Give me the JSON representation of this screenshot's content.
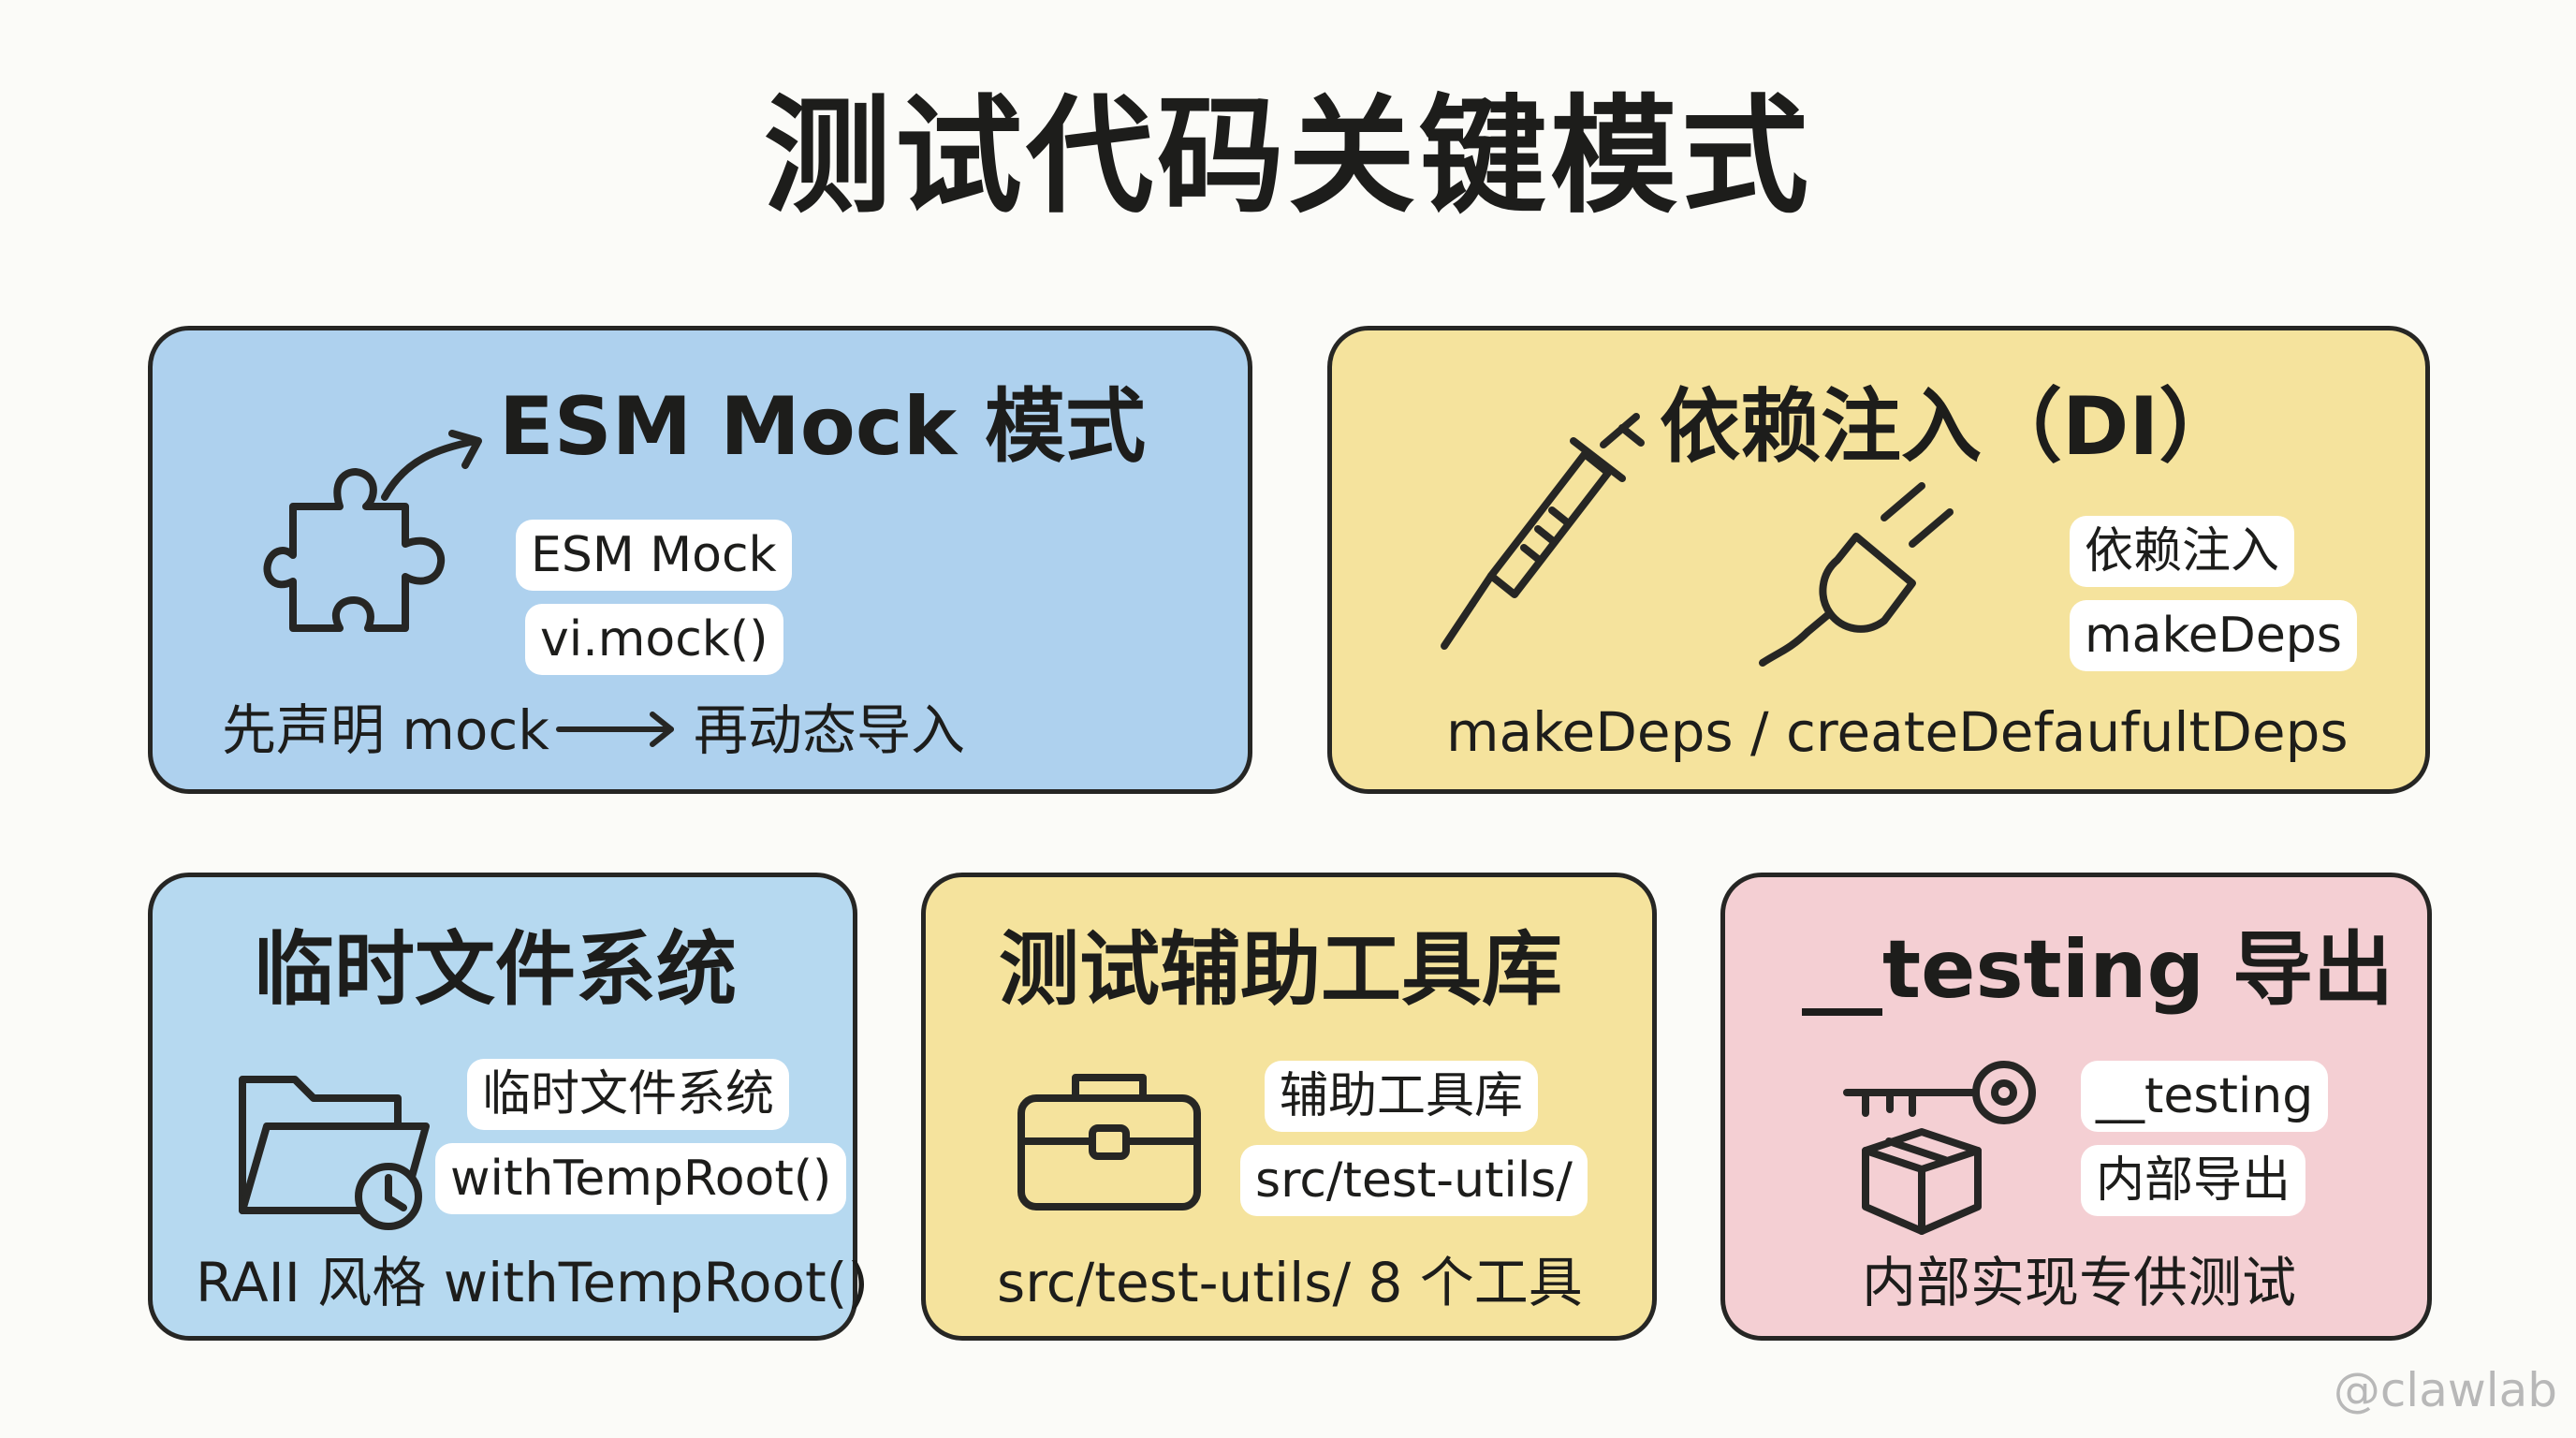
{
  "title": "测试代码关键模式",
  "cards": [
    {
      "title": "ESM Mock 模式",
      "tags": [
        "ESM Mock",
        "vi.mock()"
      ],
      "caption_left": "先声明 mock",
      "caption_right": "再动态导入",
      "icon": "puzzle-piece-icon"
    },
    {
      "title": "依赖注入（DI）",
      "tags": [
        "依赖注入",
        "makeDeps"
      ],
      "caption": "makeDeps / createDefaufultDeps",
      "icons": [
        "syringe-icon",
        "plug-icon"
      ]
    },
    {
      "title": "临时文件系统",
      "tags": [
        "临时文件系统",
        "withTempRoot()"
      ],
      "caption": "RAII 风格 withTempRoot()",
      "icon": "folder-clock-icon"
    },
    {
      "title": "测试辅助工具库",
      "tags": [
        "辅助工具库",
        "src/test-utils/"
      ],
      "caption": "src/test-utils/ 8 个工具",
      "icon": "toolbox-icon"
    },
    {
      "title": "__testing 导出",
      "tags": [
        "__testing",
        "内部导出"
      ],
      "caption": "内部实现专供测试",
      "icon": "key-box-icon"
    }
  ],
  "watermark": "@clawlab",
  "colors": {
    "blue": "#aed1ee",
    "light_blue": "#b6d9f0",
    "yellow": "#f5e39d",
    "pink": "#f4cfd3",
    "stroke": "#262624"
  }
}
